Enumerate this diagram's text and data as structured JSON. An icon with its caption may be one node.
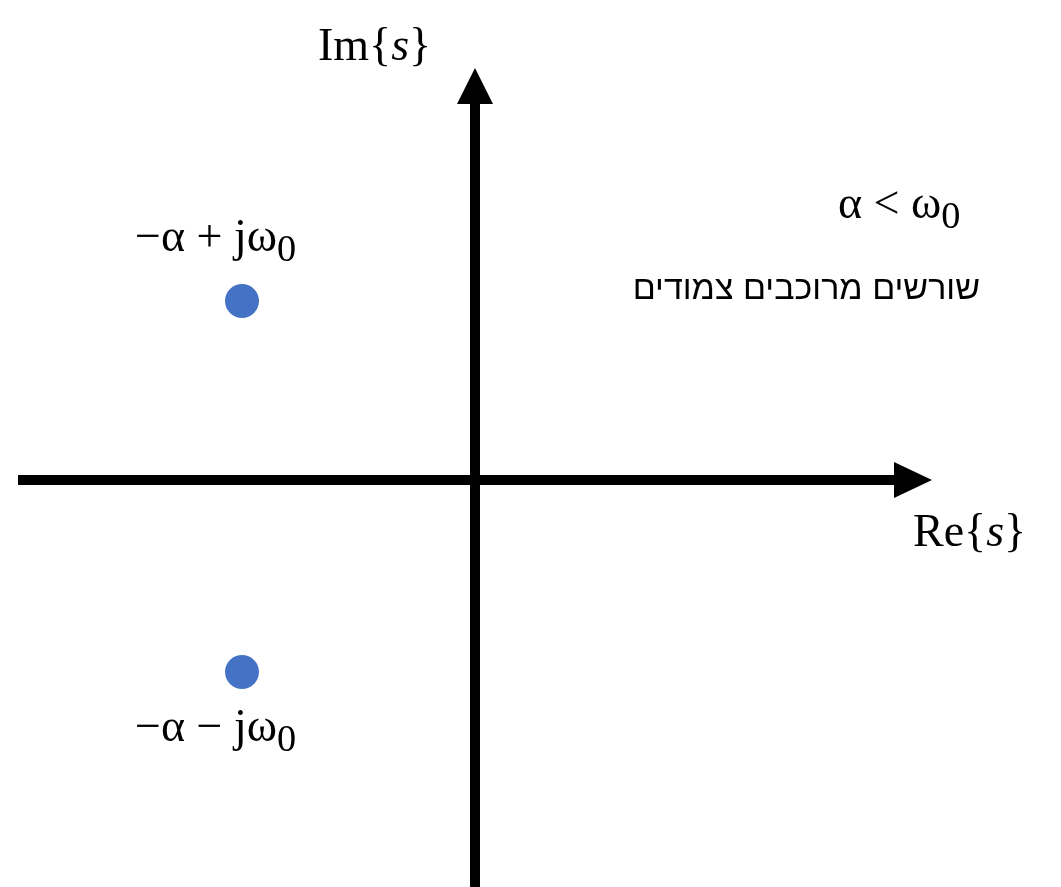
{
  "diagram": {
    "nodes": [
      {
        "text": [],
        "shape": "circle",
        "beside": [
          "−α + jω$_{0}$"
        ]
      },
      {
        "text": [],
        "shape": "circle",
        "beside": [
          "−α − jω$_{0}$"
        ]
      }
    ],
    "labels": [
      "Im{*s*}",
      "α < ω$_{0}$",
      "שורשים מרוכבים צמודים",
      "Re{*s*}"
    ]
  }
}
